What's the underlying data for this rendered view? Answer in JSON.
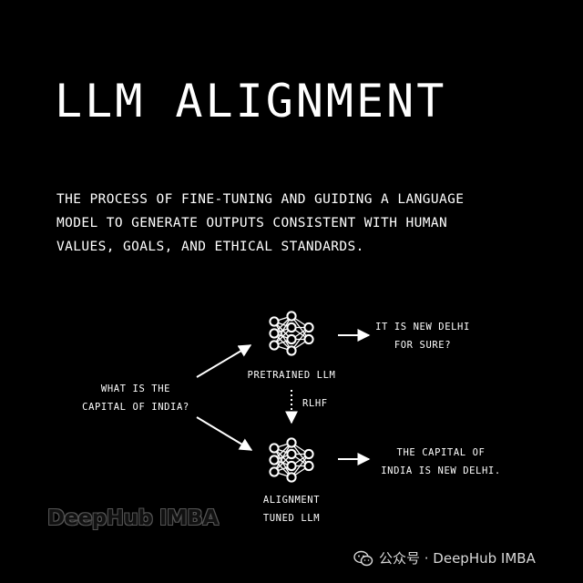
{
  "title": "LLM ALIGNMENT",
  "description": [
    "THE PROCESS OF FINE-TUNING AND GUIDING A LANGUAGE",
    "MODEL TO GENERATE OUTPUTS CONSISTENT WITH HUMAN",
    "VALUES, GOALS, AND ETHICAL STANDARDS."
  ],
  "diagram": {
    "question": [
      "WHAT IS THE",
      "CAPITAL OF INDIA?"
    ],
    "pretrained_label": "PRETRAINED LLM",
    "pretrained_output": [
      "IT IS NEW DELHI",
      "FOR SURE?"
    ],
    "rlhf_label": "RLHF",
    "aligned_label": [
      "ALIGNMENT",
      "TUNED LLM"
    ],
    "aligned_output": [
      "THE CAPITAL OF",
      "INDIA IS NEW DELHI."
    ],
    "neural_net_icon": "neural-network-icon",
    "arrow_icon": "arrow-right-icon"
  },
  "watermark": {
    "logo_text": "DeepHub IMBA",
    "account_text": "公众号 · DeepHub IMBA",
    "account_icon": "wechat-icon"
  }
}
